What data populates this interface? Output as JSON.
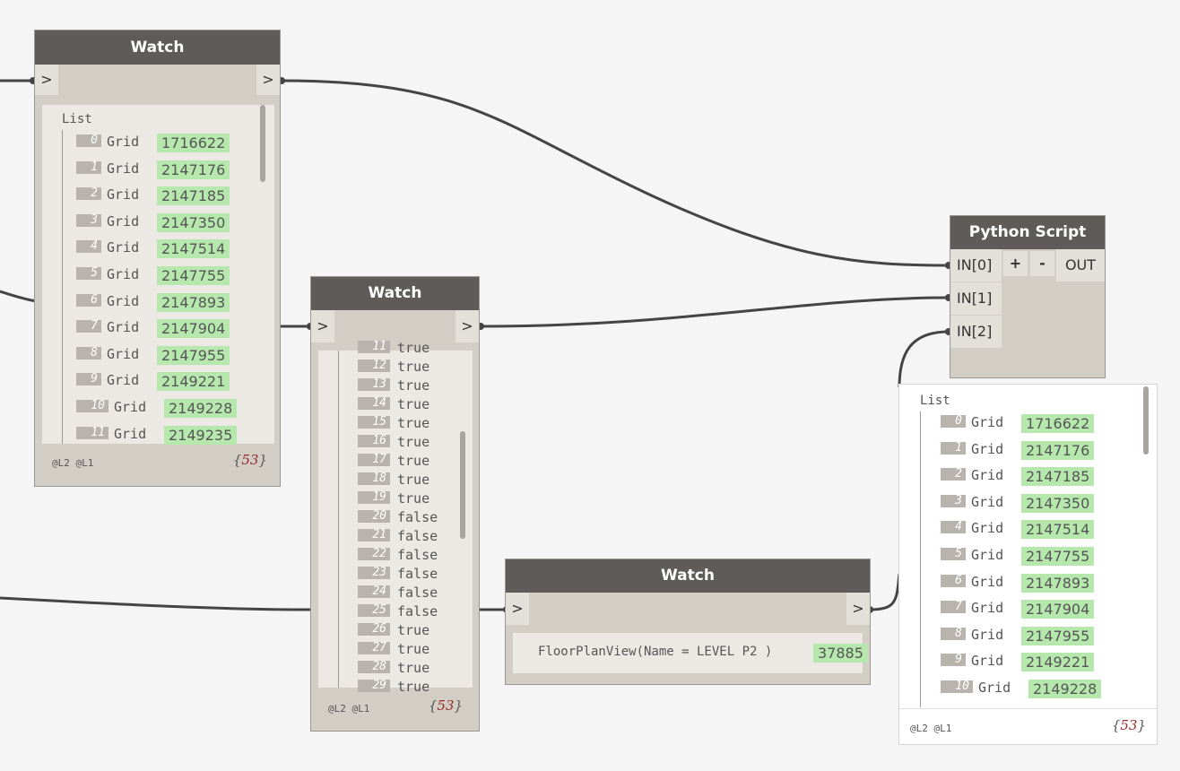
{
  "watch1": {
    "title": "Watch",
    "in_port": ">",
    "out_port": ">",
    "list_title": "List",
    "items": [
      {
        "idx": "0",
        "label": "Grid",
        "value": "1716622"
      },
      {
        "idx": "1",
        "label": "Grid",
        "value": "2147176"
      },
      {
        "idx": "2",
        "label": "Grid",
        "value": "2147185"
      },
      {
        "idx": "3",
        "label": "Grid",
        "value": "2147350"
      },
      {
        "idx": "4",
        "label": "Grid",
        "value": "2147514"
      },
      {
        "idx": "5",
        "label": "Grid",
        "value": "2147755"
      },
      {
        "idx": "6",
        "label": "Grid",
        "value": "2147893"
      },
      {
        "idx": "7",
        "label": "Grid",
        "value": "2147904"
      },
      {
        "idx": "8",
        "label": "Grid",
        "value": "2147955"
      },
      {
        "idx": "9",
        "label": "Grid",
        "value": "2149221"
      },
      {
        "idx": "10",
        "label": "Grid",
        "value": "2149228"
      },
      {
        "idx": "11",
        "label": "Grid",
        "value": "2149235"
      }
    ],
    "levels": "@L2 @L1",
    "count": "53"
  },
  "watch2": {
    "title": "Watch",
    "in_port": ">",
    "out_port": ">",
    "items": [
      {
        "idx": "11",
        "value": "true"
      },
      {
        "idx": "12",
        "value": "true"
      },
      {
        "idx": "13",
        "value": "true"
      },
      {
        "idx": "14",
        "value": "true"
      },
      {
        "idx": "15",
        "value": "true"
      },
      {
        "idx": "16",
        "value": "true"
      },
      {
        "idx": "17",
        "value": "true"
      },
      {
        "idx": "18",
        "value": "true"
      },
      {
        "idx": "19",
        "value": "true"
      },
      {
        "idx": "20",
        "value": "false"
      },
      {
        "idx": "21",
        "value": "false"
      },
      {
        "idx": "22",
        "value": "false"
      },
      {
        "idx": "23",
        "value": "false"
      },
      {
        "idx": "24",
        "value": "false"
      },
      {
        "idx": "25",
        "value": "false"
      },
      {
        "idx": "26",
        "value": "true"
      },
      {
        "idx": "27",
        "value": "true"
      },
      {
        "idx": "28",
        "value": "true"
      },
      {
        "idx": "29",
        "value": "true"
      }
    ],
    "levels": "@L2 @L1",
    "count": "53"
  },
  "watch3": {
    "title": "Watch",
    "in_port": ">",
    "out_port": ">",
    "text": "FloorPlanView(Name = LEVEL P2 )",
    "value": "37885"
  },
  "python": {
    "title": "Python Script",
    "inputs": [
      "IN[0]",
      "IN[1]",
      "IN[2]"
    ],
    "add": "+",
    "remove": "-",
    "output": "OUT"
  },
  "preview": {
    "list_title": "List",
    "items": [
      {
        "idx": "0",
        "label": "Grid",
        "value": "1716622"
      },
      {
        "idx": "1",
        "label": "Grid",
        "value": "2147176"
      },
      {
        "idx": "2",
        "label": "Grid",
        "value": "2147185"
      },
      {
        "idx": "3",
        "label": "Grid",
        "value": "2147350"
      },
      {
        "idx": "4",
        "label": "Grid",
        "value": "2147514"
      },
      {
        "idx": "5",
        "label": "Grid",
        "value": "2147755"
      },
      {
        "idx": "6",
        "label": "Grid",
        "value": "2147893"
      },
      {
        "idx": "7",
        "label": "Grid",
        "value": "2147904"
      },
      {
        "idx": "8",
        "label": "Grid",
        "value": "2147955"
      },
      {
        "idx": "9",
        "label": "Grid",
        "value": "2149221"
      },
      {
        "idx": "10",
        "label": "Grid",
        "value": "2149228"
      }
    ],
    "levels": "@L2 @L1",
    "count": "53"
  }
}
